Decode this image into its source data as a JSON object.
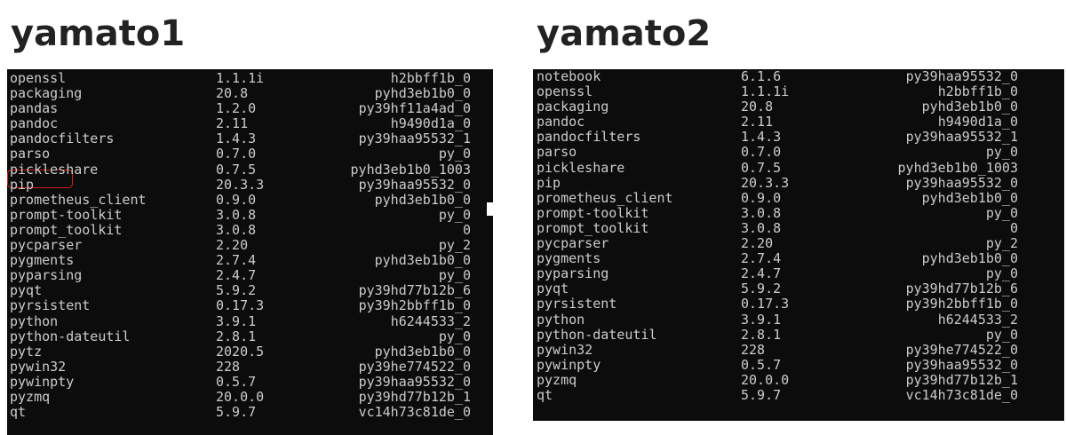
{
  "left": {
    "title": "yamato1",
    "packages": [
      [
        "openssl",
        "1.1.1i",
        "h2bbff1b_0"
      ],
      [
        "packaging",
        "20.8",
        "pyhd3eb1b0_0"
      ],
      [
        "pandas",
        "1.2.0",
        "py39hf11a4ad_0"
      ],
      [
        "pandoc",
        "2.11",
        "h9490d1a_0"
      ],
      [
        "pandocfilters",
        "1.4.3",
        "py39haa95532_1"
      ],
      [
        "parso",
        "0.7.0",
        "py_0"
      ],
      [
        "pickleshare",
        "0.7.5",
        "pyhd3eb1b0_1003"
      ],
      [
        "pip",
        "20.3.3",
        "py39haa95532_0"
      ],
      [
        "prometheus_client",
        "0.9.0",
        "pyhd3eb1b0_0"
      ],
      [
        "prompt-toolkit",
        "3.0.8",
        "py_0"
      ],
      [
        "prompt_toolkit",
        "3.0.8",
        "0"
      ],
      [
        "pycparser",
        "2.20",
        "py_2"
      ],
      [
        "pygments",
        "2.7.4",
        "pyhd3eb1b0_0"
      ],
      [
        "pyparsing",
        "2.4.7",
        "py_0"
      ],
      [
        "pyqt",
        "5.9.2",
        "py39hd77b12b_6"
      ],
      [
        "pyrsistent",
        "0.17.3",
        "py39h2bbff1b_0"
      ],
      [
        "python",
        "3.9.1",
        "h6244533_2"
      ],
      [
        "python-dateutil",
        "2.8.1",
        "py_0"
      ],
      [
        "pytz",
        "2020.5",
        "pyhd3eb1b0_0"
      ],
      [
        "pywin32",
        "228",
        "py39he774522_0"
      ],
      [
        "pywinpty",
        "0.5.7",
        "py39haa95532_0"
      ],
      [
        "pyzmq",
        "20.0.0",
        "py39hd77b12b_1"
      ],
      [
        "qt",
        "5.9.7",
        "vc14h73c81de_0"
      ]
    ]
  },
  "right": {
    "title": "yamato2",
    "packages": [
      [
        "notebook",
        "6.1.6",
        "py39haa95532_0"
      ],
      [
        "openssl",
        "1.1.1i",
        "h2bbff1b_0"
      ],
      [
        "packaging",
        "20.8",
        "pyhd3eb1b0_0"
      ],
      [
        "pandoc",
        "2.11",
        "h9490d1a_0"
      ],
      [
        "pandocfilters",
        "1.4.3",
        "py39haa95532_1"
      ],
      [
        "parso",
        "0.7.0",
        "py_0"
      ],
      [
        "pickleshare",
        "0.7.5",
        "pyhd3eb1b0_1003"
      ],
      [
        "pip",
        "20.3.3",
        "py39haa95532_0"
      ],
      [
        "prometheus_client",
        "0.9.0",
        "pyhd3eb1b0_0"
      ],
      [
        "prompt-toolkit",
        "3.0.8",
        "py_0"
      ],
      [
        "prompt_toolkit",
        "3.0.8",
        "0"
      ],
      [
        "pycparser",
        "2.20",
        "py_2"
      ],
      [
        "pygments",
        "2.7.4",
        "pyhd3eb1b0_0"
      ],
      [
        "pyparsing",
        "2.4.7",
        "py_0"
      ],
      [
        "pyqt",
        "5.9.2",
        "py39hd77b12b_6"
      ],
      [
        "pyrsistent",
        "0.17.3",
        "py39h2bbff1b_0"
      ],
      [
        "python",
        "3.9.1",
        "h6244533_2"
      ],
      [
        "python-dateutil",
        "2.8.1",
        "py_0"
      ],
      [
        "pywin32",
        "228",
        "py39he774522_0"
      ],
      [
        "pywinpty",
        "0.5.7",
        "py39haa95532_0"
      ],
      [
        "pyzmq",
        "20.0.0",
        "py39hd77b12b_1"
      ],
      [
        "qt",
        "5.9.7",
        "vc14h73c81de_0"
      ]
    ]
  },
  "colors": {
    "console_bg": "#0c0c0c",
    "console_text": "#cccccc",
    "highlight_border": "#d02020"
  }
}
